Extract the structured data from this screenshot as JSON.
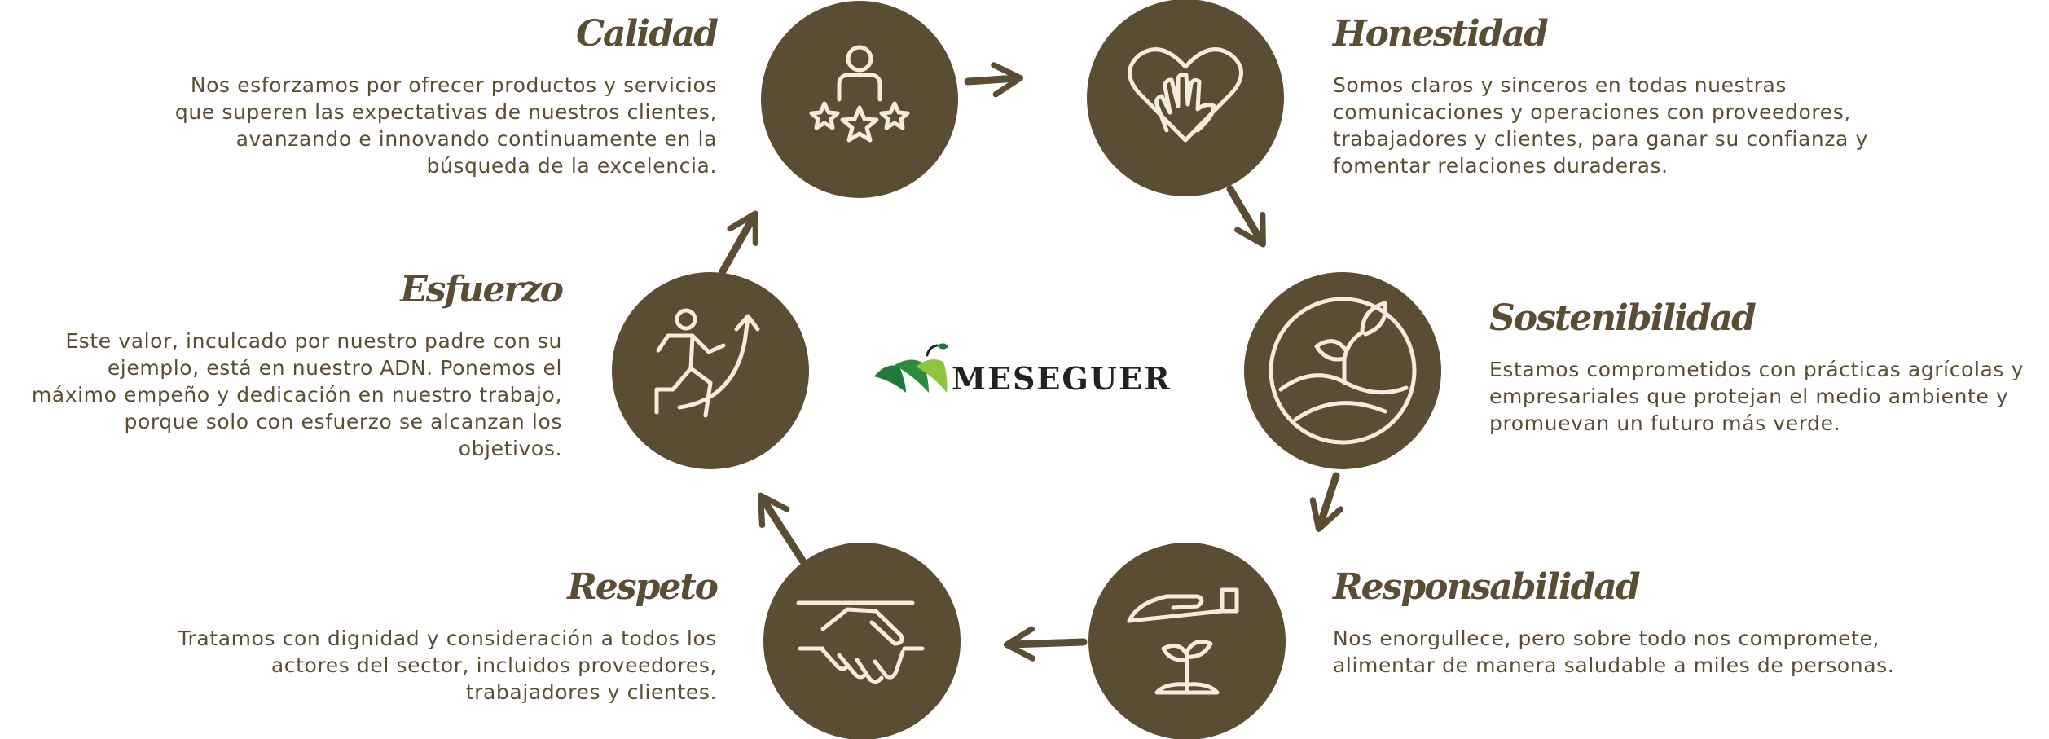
{
  "brand": {
    "name": "MESEGUER"
  },
  "values": [
    {
      "id": "calidad",
      "title": "Calidad",
      "text": "Nos esforzamos por ofrecer productos y servicios que superen las expectativas de nuestros clientes, avanzando e innovando continuamente en la búsqueda de la excelencia."
    },
    {
      "id": "honestidad",
      "title": "Honestidad",
      "text": "Somos claros y sinceros en todas nuestras comunicaciones y operaciones con proveedores, trabajadores y clientes, para ganar su confianza y fomentar relaciones duraderas."
    },
    {
      "id": "sostenibilidad",
      "title": "Sostenibilidad",
      "text": "Estamos comprometidos con prácticas agrícolas y empresariales que protejan el medio ambiente y promuevan un futuro más verde."
    },
    {
      "id": "responsabilidad",
      "title": "Responsabilidad",
      "text": "Nos enorgullece, pero sobre todo nos compromete, alimentar de manera saludable a miles de personas."
    },
    {
      "id": "respeto",
      "title": "Respeto",
      "text": "Tratamos con dignidad y consideración a todos los actores del sector, incluidos proveedores, trabajadores y clientes."
    },
    {
      "id": "esfuerzo",
      "title": "Esfuerzo",
      "text": "Este valor, inculcado por nuestro padre con su ejemplo, está en nuestro ADN. Ponemos el máximo empeño y dedicación en nuestro trabajo, porque solo con esfuerzo se alcanzan los objetivos."
    }
  ],
  "colors": {
    "circle": "#5b4d33",
    "icon": "#f3ecdc",
    "text": "#5b4d33",
    "logo_green_dark": "#1f7a3a",
    "logo_green_light": "#8cc63f"
  },
  "icons": [
    "person-stars-icon",
    "heart-hand-icon",
    "sprout-hills-icon",
    "hand-plant-icon",
    "handshake-icon",
    "climbing-person-icon"
  ]
}
